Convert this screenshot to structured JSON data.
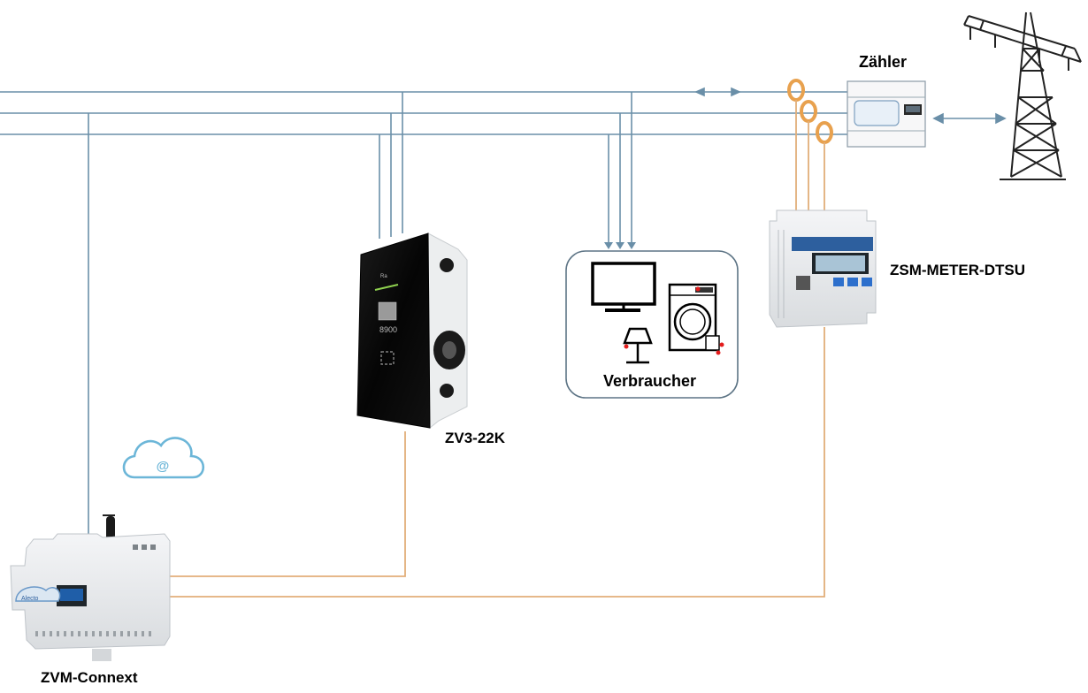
{
  "labels": {
    "meter_counter": "Zähler",
    "energy_meter": "ZSM-METER-DTSU",
    "consumers": "Verbraucher",
    "wallbox": "ZV3-22K",
    "controller": "ZVM-Connext"
  },
  "display_text": {
    "wallbox_brand": "Ra",
    "wallbox_power": "8900",
    "controller_logo": "Alecto"
  },
  "icons": {
    "cloud": "cloud-at-icon",
    "pylon": "power-pylon-icon",
    "tv": "television-icon",
    "lamp": "lamp-icon",
    "washer": "washing-machine-icon"
  },
  "colors": {
    "power_line": "#6a8fa8",
    "data_cable": "#e2ae79",
    "ct_clamp": "#e8a14e",
    "cloud": "#6cb6d8"
  }
}
